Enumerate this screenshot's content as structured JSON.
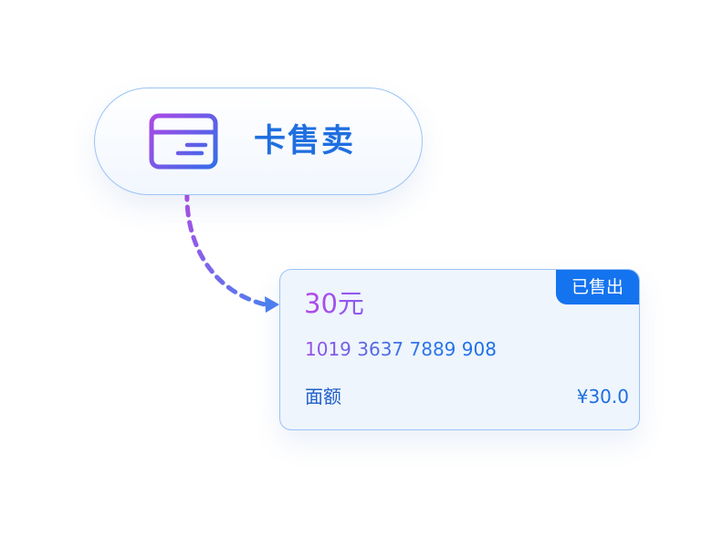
{
  "pill": {
    "icon": "credit-card-icon",
    "label": "卡售卖"
  },
  "card": {
    "badge": "已售出",
    "amount": "30元",
    "card_number": "1019 3637 7889 908",
    "face_value_label": "面额",
    "price": "¥30.0"
  },
  "colors": {
    "primary_blue": "#1473ee",
    "label_blue": "#1f6fe0",
    "purple": "#b449e4",
    "border": "#9cc3f5",
    "card_bg": "#eef5fd"
  }
}
